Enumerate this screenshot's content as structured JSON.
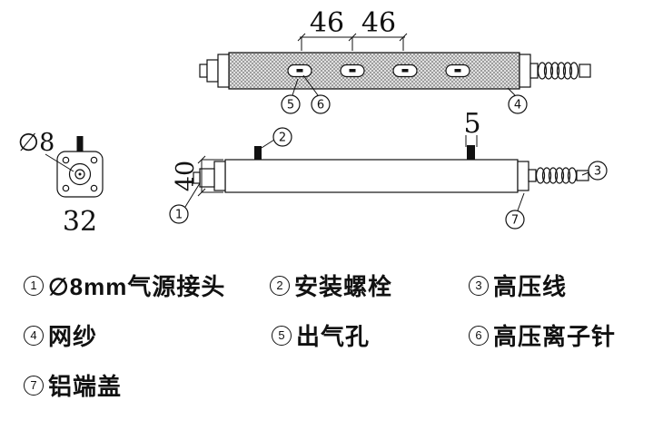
{
  "top_view": {
    "dim_46_left": "46",
    "dim_46_right": "46",
    "callout_outlet": "5",
    "callout_needle": "6",
    "callout_mesh": "4"
  },
  "front_view": {
    "dim_height": "40",
    "dim_bolt": "5",
    "callout_fitting": "1",
    "callout_bolt": "2",
    "callout_wire": "3",
    "callout_endcap": "7"
  },
  "end_view": {
    "dim_diameter": "∅8",
    "dim_width": "32"
  },
  "legend": [
    {
      "num": "1",
      "label": "∅8mm气源接头"
    },
    {
      "num": "2",
      "label": "安装螺栓"
    },
    {
      "num": "3",
      "label": "高压线"
    },
    {
      "num": "4",
      "label": "网纱"
    },
    {
      "num": "5",
      "label": "出气孔"
    },
    {
      "num": "6",
      "label": "高压离子针"
    },
    {
      "num": "7",
      "label": "铝端盖"
    }
  ]
}
